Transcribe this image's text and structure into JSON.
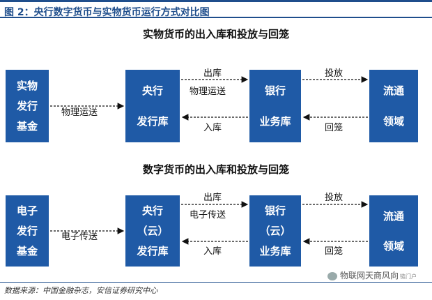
{
  "header": {
    "title": "图 2：央行数字货币与实物货币运行方式对比图"
  },
  "sections": [
    {
      "title": "实物货币的出入库和投放与回笼",
      "boxes": {
        "issuer": [
          "实物",
          "发行",
          "基金"
        ],
        "central": [
          "央行",
          "发行库"
        ],
        "bank": [
          "银行",
          "业务库"
        ],
        "circulation": [
          "流通",
          "领域"
        ]
      },
      "labels": {
        "transport": "物理运送",
        "out_warehouse": "出库",
        "transport_between": "物理运送",
        "in_warehouse": "入库",
        "release": "投放",
        "withdraw": "回笼"
      }
    },
    {
      "title": "数字货币的出入库和投放与回笼",
      "boxes": {
        "issuer": [
          "电子",
          "发行",
          "基金"
        ],
        "central": [
          "央行",
          "（云）",
          "发行库"
        ],
        "bank": [
          "银行",
          "（云）",
          "业务库"
        ],
        "circulation": [
          "流通",
          "领域"
        ]
      },
      "labels": {
        "transport": "电子传送",
        "out_warehouse": "出库",
        "transport_between": "电子传送",
        "in_warehouse": "入库",
        "release": "投放",
        "withdraw": "回笼"
      }
    }
  ],
  "footer": {
    "source": "数据来源：中国金融杂志，安信证券研究中心"
  },
  "watermark": {
    "text": "物联网天商风向",
    "sub": "链门户"
  },
  "colors": {
    "box_fill": "#1f5aa6",
    "title": "#1f4e8c"
  }
}
